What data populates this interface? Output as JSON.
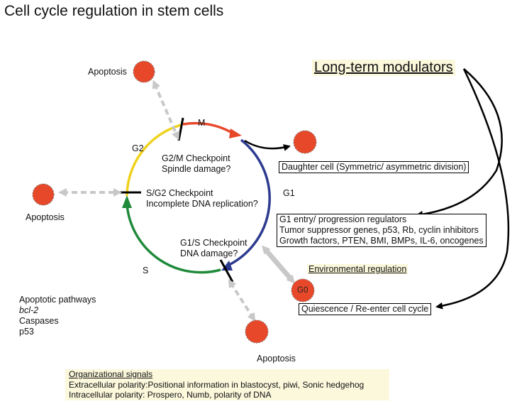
{
  "title": "Cell cycle regulation in stem cells",
  "phases": {
    "m": "M",
    "g2": "G2",
    "g1": "G1",
    "s": "S"
  },
  "checkpoints": {
    "g2m": [
      "G2/M Checkpoint",
      "Spindle damage?"
    ],
    "sg2": [
      "S/G2 Checkpoint",
      "Incomplete DNA replication?"
    ],
    "g1s": [
      "G1/S Checkpoint",
      "DNA damage?"
    ]
  },
  "apoptosis": {
    "top": "Apoptosis",
    "left": "Apoptosis",
    "bottom": "Apoptosis"
  },
  "long_term": "Long-term modulators",
  "daughter_cell": "Daughter cell (Symmetric/ asymmetric division)",
  "g1_regulators": [
    "G1 entry/ progression regulators",
    "Tumor suppressor genes, p53, Rb, cyclin inhibitors",
    "Growth factors, PTEN, BMI, BMPs, IL-6, oncogenes"
  ],
  "environmental": "Environmental regulation",
  "g0": "G0",
  "quiescence": "Quiescence / Re-enter cell cycle",
  "apoptotic_pathways": {
    "heading": "Apoptotic pathways",
    "items": [
      "bcl-2",
      "Caspases",
      "p53"
    ]
  },
  "organizational": {
    "heading": "Organizational signals",
    "lines": [
      "Extracellular polarity:Positional information in blastocyst, piwi, Sonic hedgehog",
      "Intracellular polarity: Prospero, Numb, polarity of DNA"
    ]
  },
  "colors": {
    "m_arc": "#e8482a",
    "g1_arc": "#2d3b8f",
    "s_arc": "#1f8a3a",
    "g2_arc": "#f0d21c",
    "cell": "#e8482a",
    "dashed_arrow": "#c8c8c8",
    "highlight": "#fbf8dc"
  }
}
